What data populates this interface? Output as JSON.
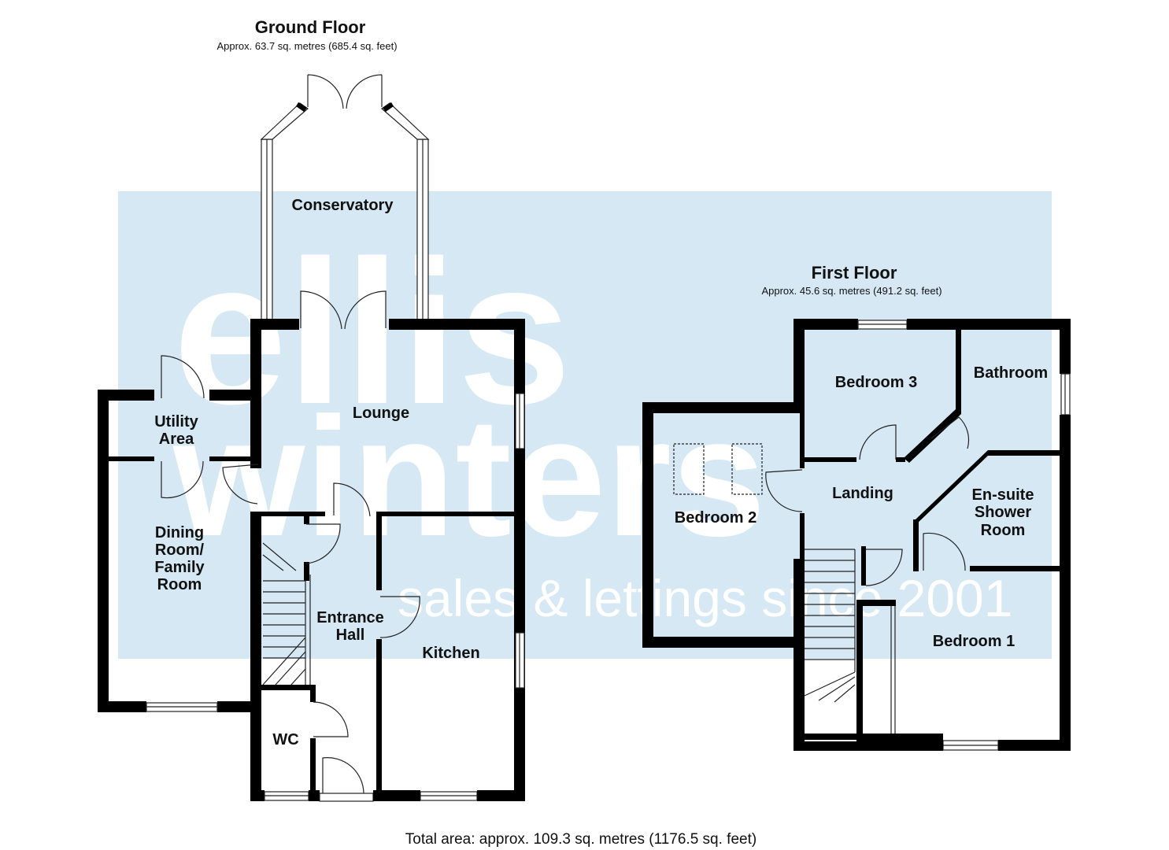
{
  "brand": {
    "watermark_line1": "ellis",
    "watermark_line2": "winters",
    "watermark_tagline": "sales & lettings since 2001",
    "watermark_color": "#d6e8f3"
  },
  "ground_floor": {
    "title": "Ground Floor",
    "area": "Approx. 63.7 sq. metres (685.4 sq. feet)",
    "rooms": {
      "conservatory": "Conservatory",
      "lounge": "Lounge",
      "utility_l1": "Utility",
      "utility_l2": "Area",
      "dining_l1": "Dining",
      "dining_l2": "Room/",
      "dining_l3": "Family",
      "dining_l4": "Room",
      "entrance_l1": "Entrance",
      "entrance_l2": "Hall",
      "kitchen": "Kitchen",
      "wc": "WC"
    }
  },
  "first_floor": {
    "title": "First Floor",
    "area": "Approx. 45.6 sq. metres (491.2 sq. feet)",
    "rooms": {
      "bedroom3": "Bedroom 3",
      "bathroom": "Bathroom",
      "bedroom2": "Bedroom 2",
      "landing": "Landing",
      "ensuite_l1": "En-suite",
      "ensuite_l2": "Shower",
      "ensuite_l3": "Room",
      "bedroom1": "Bedroom 1"
    }
  },
  "total_area": "Total area: approx. 109.3 sq. metres (1176.5 sq. feet)"
}
